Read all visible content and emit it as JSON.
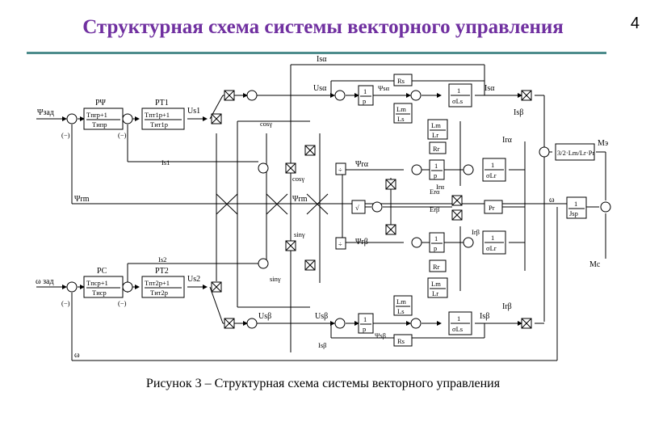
{
  "slide": {
    "title": "Структурная схема системы векторного управления",
    "page_number": "4",
    "caption": "Рисунок 3 – Структурная схема системы векторного управления"
  },
  "diagram": {
    "inputs": {
      "psi_ref": "Ψзад",
      "omega_ref": "ω зад",
      "omega_fb": "ω",
      "psi_fb": "Ψrm"
    },
    "regulators": {
      "rpsi_name": "РΨ",
      "rpsi_num": "Tпrp+1",
      "rpsi_den": "Tипр",
      "rt1_name": "РТ1",
      "rt1_num": "Tпт1p+1",
      "rt1_den": "Tит1р",
      "rs_name": "РС",
      "rs_num": "Tпсp+1",
      "rs_den": "Tиср",
      "rt2_name": "РТ2",
      "rt2_num": "Tпт2p+1",
      "rt2_den": "Tит2р"
    },
    "signals": {
      "isa_top": "Isα",
      "usa": "Usα",
      "us1": "Us1",
      "us2": "Us2",
      "cos": "cosγ",
      "sin": "sinγ",
      "isl": "Is1",
      "is2": "Is2",
      "psi_ra": "Ψrα",
      "psi_rb": "Ψrβ",
      "psi_rm": "Ψrm",
      "usb": "Usβ",
      "usb2": "Usβ",
      "isb": "Isβ",
      "isb_bot": "Isβ",
      "psi_sa": "Ψsα",
      "psi_sb": "Ψsβ",
      "ira": "Irα",
      "irb": "Irβ",
      "era": "Erα",
      "erb": "Erβ",
      "ira_small": "Irα",
      "irb_small": "Irβ",
      "me": "Mэ",
      "mc": "Mc",
      "omega_mid": "ω",
      "isa_right": "Isα",
      "minus": "(−)",
      "isl_minus": "Is1"
    },
    "blocks": {
      "one": "1",
      "p": "p",
      "rs": "Rs",
      "lm_ls": "Lm/Ls",
      "sigma_ls": "σLs",
      "lm_lr": "Lm/Lr",
      "rr": "Rr",
      "sigma_lr": "σLr",
      "pr": "Pr",
      "sqrt": "√",
      "js_p": "Jsp",
      "torque": "3/2·Lm/Lr·Pr"
    }
  }
}
